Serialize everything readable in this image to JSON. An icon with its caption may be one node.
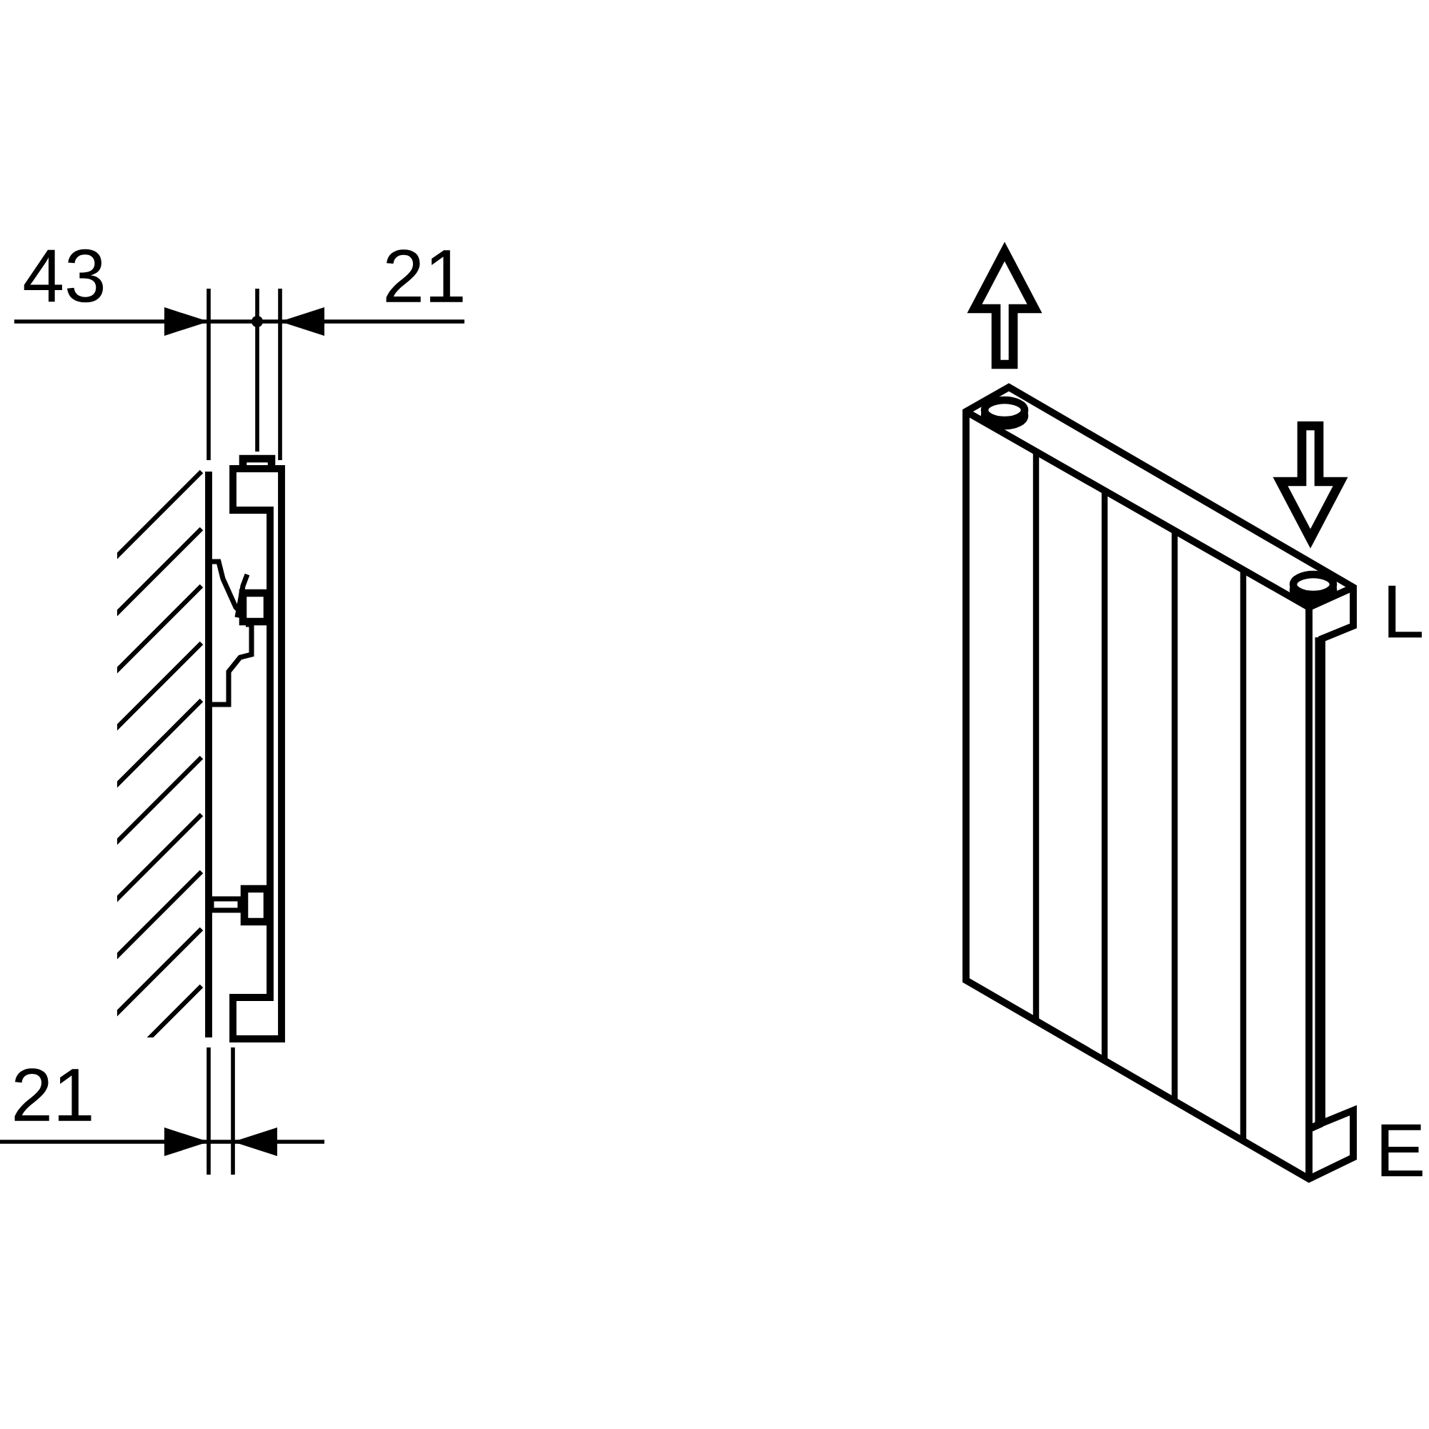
{
  "diagram": {
    "labels": [
      "43",
      "21",
      "L",
      "21",
      "E"
    ]
  }
}
